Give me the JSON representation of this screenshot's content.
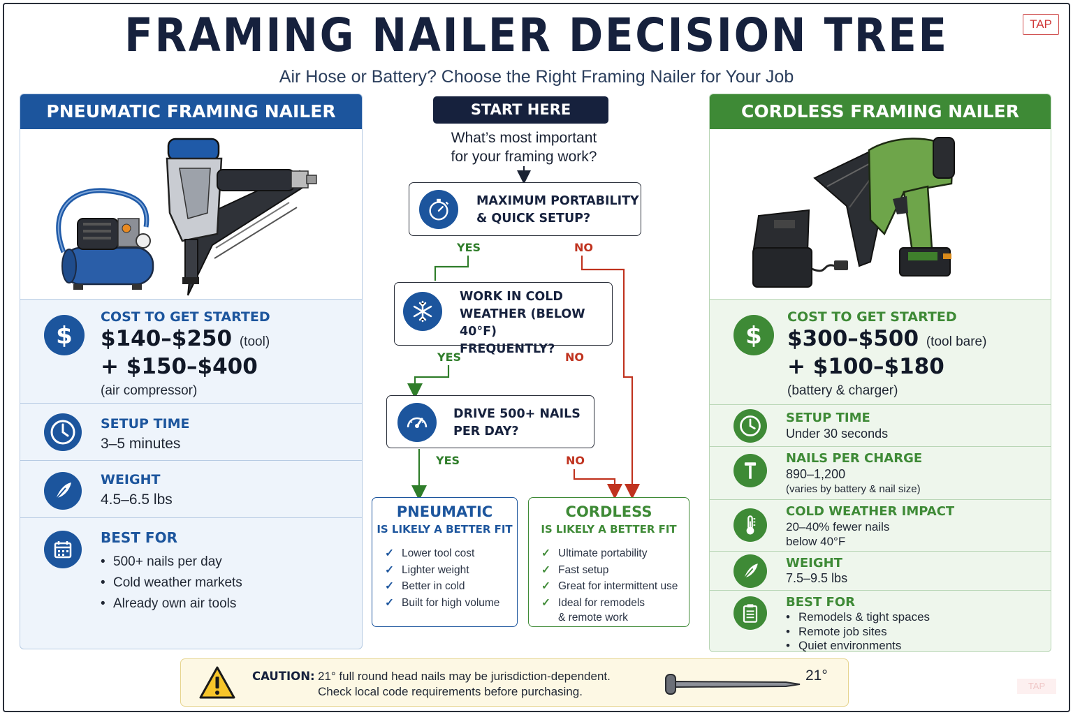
{
  "header": {
    "title": "FRAMING NAILER DECISION TREE",
    "subtitle": "Air Hose or Battery? Choose the Right Framing Nailer for Your Job",
    "tap_label": "TAP",
    "tap_faint_label": "TAP"
  },
  "colors": {
    "pneumatic_blue": "#1c559d",
    "cordless_green": "#3e8a36",
    "no_red": "#c0331f",
    "navy": "#16213d",
    "caution_bg": "#fdf8e4"
  },
  "pneumatic": {
    "title": "PNEUMATIC FRAMING NAILER",
    "cost": {
      "label": "COST TO GET STARTED",
      "tool_price": "$140–$250",
      "tool_note": "(tool)",
      "extra_price": "+ $150–$400",
      "extra_note": "(air compressor)"
    },
    "setup": {
      "label": "SETUP TIME",
      "value": "3–5 minutes"
    },
    "weight": {
      "label": "WEIGHT",
      "value": "4.5–6.5 lbs"
    },
    "best_for": {
      "label": "BEST FOR",
      "items": [
        "500+ nails per day",
        "Cold weather markets",
        "Already own air tools"
      ]
    }
  },
  "cordless": {
    "title": "CORDLESS FRAMING NAILER",
    "cost": {
      "label": "COST TO GET STARTED",
      "tool_price": "$300–$500",
      "tool_note": "(tool bare)",
      "extra_price": "+ $100–$180",
      "extra_note": "(battery & charger)"
    },
    "setup": {
      "label": "SETUP TIME",
      "value": "Under 30 seconds"
    },
    "nails": {
      "label": "NAILS PER CHARGE",
      "value": "890–1,200",
      "note": "(varies by battery & nail size)"
    },
    "cold": {
      "label": "COLD WEATHER IMPACT",
      "value_line1": "20–40% fewer nails",
      "value_line2": "below 40°F"
    },
    "weight": {
      "label": "WEIGHT",
      "value": "7.5–9.5 lbs"
    },
    "best_for": {
      "label": "BEST FOR",
      "items": [
        "Remodels & tight spaces",
        "Remote job sites",
        "Quiet environments"
      ]
    }
  },
  "tree": {
    "start_label": "START HERE",
    "question_line1": "What’s most important",
    "question_line2": "for your framing work?",
    "q1": {
      "line1": "MAXIMUM PORTABILITY",
      "line2": "& QUICK SETUP?",
      "icon": "stopwatch-icon"
    },
    "q2": {
      "line1": "WORK IN COLD",
      "line2": "WEATHER (BELOW 40°F)",
      "line3": "FREQUENTLY?",
      "icon": "snowflake-icon"
    },
    "q3": {
      "line1": "DRIVE 500+ NAILS",
      "line2": "PER DAY?",
      "icon": "speedometer-icon"
    },
    "yes_label": "YES",
    "no_label": "NO"
  },
  "results": {
    "pneumatic": {
      "title": "PNEUMATIC",
      "subtitle": "IS LIKELY A BETTER FIT",
      "items": [
        "Lower tool cost",
        "Lighter weight",
        "Better in cold",
        "Built for high volume"
      ]
    },
    "cordless": {
      "title": "CORDLESS",
      "subtitle": "IS LIKELY A BETTER FIT",
      "items": [
        "Ultimate portability",
        "Fast setup",
        "Great for intermittent use",
        "Ideal for remodels"
      ],
      "items_cont": "& remote work"
    }
  },
  "caution": {
    "label": "CAUTION:",
    "line1": "21° full round head nails may be jurisdiction-dependent.",
    "line2": "Check local code requirements before purchasing.",
    "angle": "21°"
  }
}
